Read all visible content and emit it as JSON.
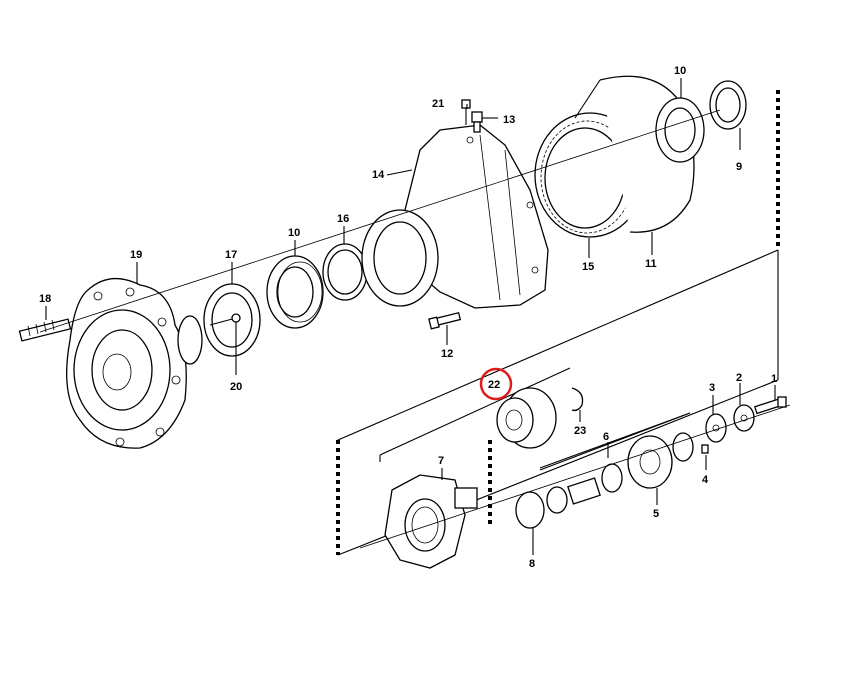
{
  "callouts": [
    {
      "id": "c1",
      "text": "1"
    },
    {
      "id": "c2",
      "text": "2"
    },
    {
      "id": "c3",
      "text": "3"
    },
    {
      "id": "c4",
      "text": "4"
    },
    {
      "id": "c5",
      "text": "5"
    },
    {
      "id": "c6",
      "text": "6"
    },
    {
      "id": "c7",
      "text": "7"
    },
    {
      "id": "c8",
      "text": "8"
    },
    {
      "id": "c9",
      "text": "9"
    },
    {
      "id": "c10a",
      "text": "10"
    },
    {
      "id": "c10b",
      "text": "10"
    },
    {
      "id": "c11",
      "text": "11"
    },
    {
      "id": "c12",
      "text": "12"
    },
    {
      "id": "c13",
      "text": "13"
    },
    {
      "id": "c14",
      "text": "14"
    },
    {
      "id": "c15",
      "text": "15"
    },
    {
      "id": "c16",
      "text": "16"
    },
    {
      "id": "c17",
      "text": "17"
    },
    {
      "id": "c18",
      "text": "18"
    },
    {
      "id": "c19",
      "text": "19"
    },
    {
      "id": "c20",
      "text": "20"
    },
    {
      "id": "c21",
      "text": "21"
    },
    {
      "id": "c22",
      "text": "22"
    },
    {
      "id": "c23",
      "text": "23"
    }
  ],
  "highlight": {
    "part": "22",
    "color": "#e01b1b"
  }
}
